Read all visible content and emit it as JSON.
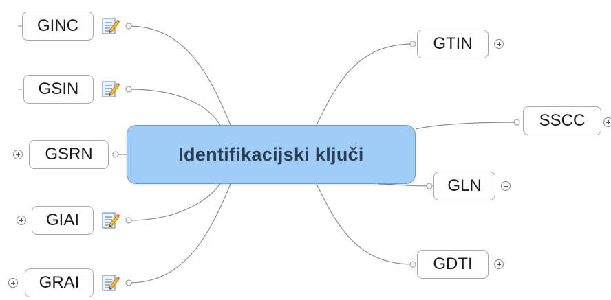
{
  "central_topic": "Identifikacijski ključi",
  "left_topics": [
    {
      "label": "GINC",
      "has_note": true,
      "collapsed": false
    },
    {
      "label": "GSIN",
      "has_note": true,
      "collapsed": false
    },
    {
      "label": "GSRN",
      "has_note": false,
      "collapsed": true
    },
    {
      "label": "GIAI",
      "has_note": true,
      "collapsed": true
    },
    {
      "label": "GRAI",
      "has_note": true,
      "collapsed": true
    }
  ],
  "right_topics": [
    {
      "label": "GTIN",
      "collapsed": true
    },
    {
      "label": "SSCC",
      "collapsed": true
    },
    {
      "label": "GLN",
      "collapsed": true
    },
    {
      "label": "GDTI",
      "collapsed": true
    }
  ],
  "colors": {
    "central_fill": "#9fcdf7",
    "central_border": "#6a9fd0",
    "connector": "#8c8c8c",
    "topic_border": "#a8a8a8"
  },
  "icons": {
    "note": "note-pencil-icon",
    "expand": "plus-circle-icon"
  }
}
